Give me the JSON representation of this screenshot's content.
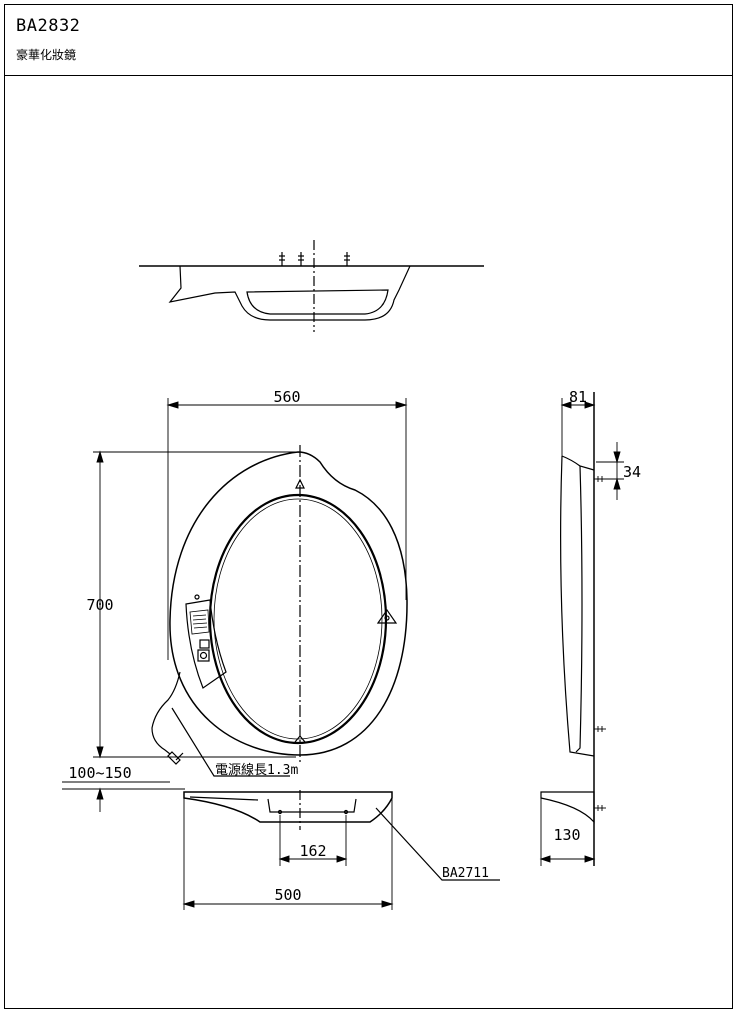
{
  "title_block": {
    "model": "BA2832",
    "product_name": "豪華化妝鏡"
  },
  "dimensions": {
    "width": "560",
    "height": "700",
    "depth": "81",
    "bracket_offset": "34",
    "cabinet_gap": "100~150",
    "shelf_depth": "130",
    "shelf_hole_spacing": "162",
    "shelf_width": "500"
  },
  "notes": {
    "power_cord": "電源線長1.3m",
    "shelf_part": "BA2711"
  }
}
